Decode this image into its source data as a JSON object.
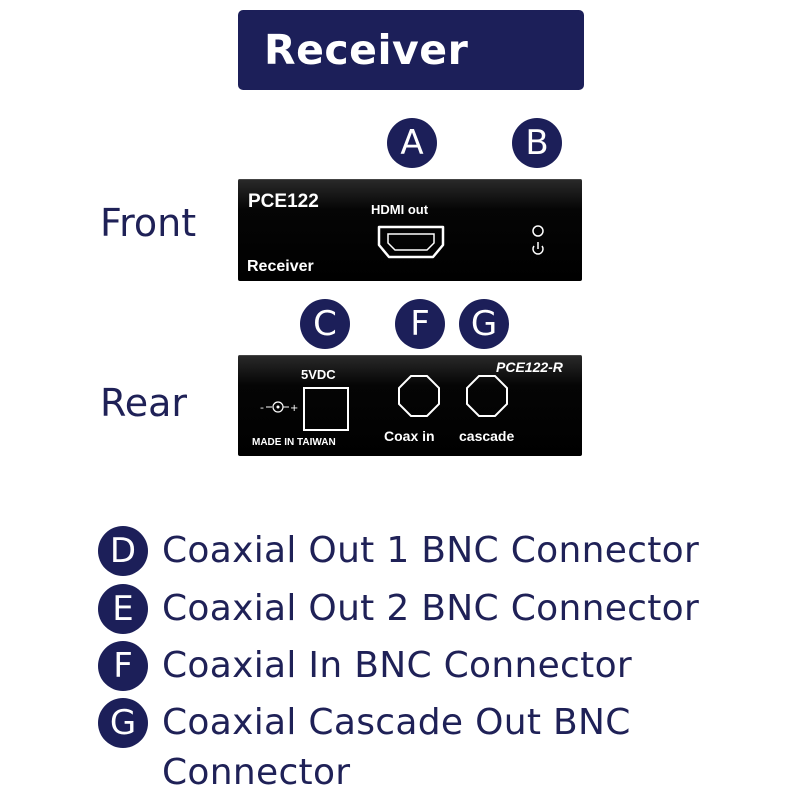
{
  "title": "Receiver",
  "labels": {
    "front": "Front",
    "rear": "Rear"
  },
  "badges": {
    "a": "A",
    "b": "B",
    "c": "C",
    "f": "F",
    "g": "G"
  },
  "front_panel": {
    "model": "PCE122",
    "hdmi_label": "HDMI out",
    "device_label": "Receiver"
  },
  "rear_panel": {
    "model": "PCE122-R",
    "power_label": "5VDC",
    "origin_label": "MADE IN TAIWAN",
    "coax_in_label": "Coax in",
    "cascade_label": "cascade"
  },
  "legend": [
    {
      "letter": "D",
      "text": "Coaxial Out 1 BNC Connector"
    },
    {
      "letter": "E",
      "text": "Coaxial Out 2 BNC Connector"
    },
    {
      "letter": "F",
      "text": "Coaxial In BNC Connector"
    },
    {
      "letter": "G",
      "text": "Coaxial Cascade Out BNC",
      "text_cont": "Connector"
    }
  ],
  "colors": {
    "navy": "#1c1f59",
    "panel": "#000000"
  }
}
